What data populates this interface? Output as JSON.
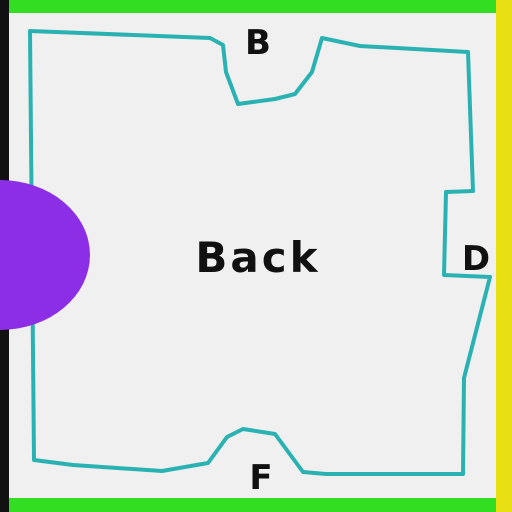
{
  "diagram": {
    "face_label": "Back",
    "edge_labels": {
      "top": "B",
      "right": "D",
      "bottom": "F"
    }
  },
  "colors": {
    "background": "#f0f0f0",
    "outline": "#2ab2b2",
    "top_edge": "#33dd22",
    "bottom_edge": "#33dd22",
    "left_edge": "#111111",
    "right_edge": "#e8e012",
    "half_circle": "#8c2ee6",
    "text": "#111111"
  }
}
